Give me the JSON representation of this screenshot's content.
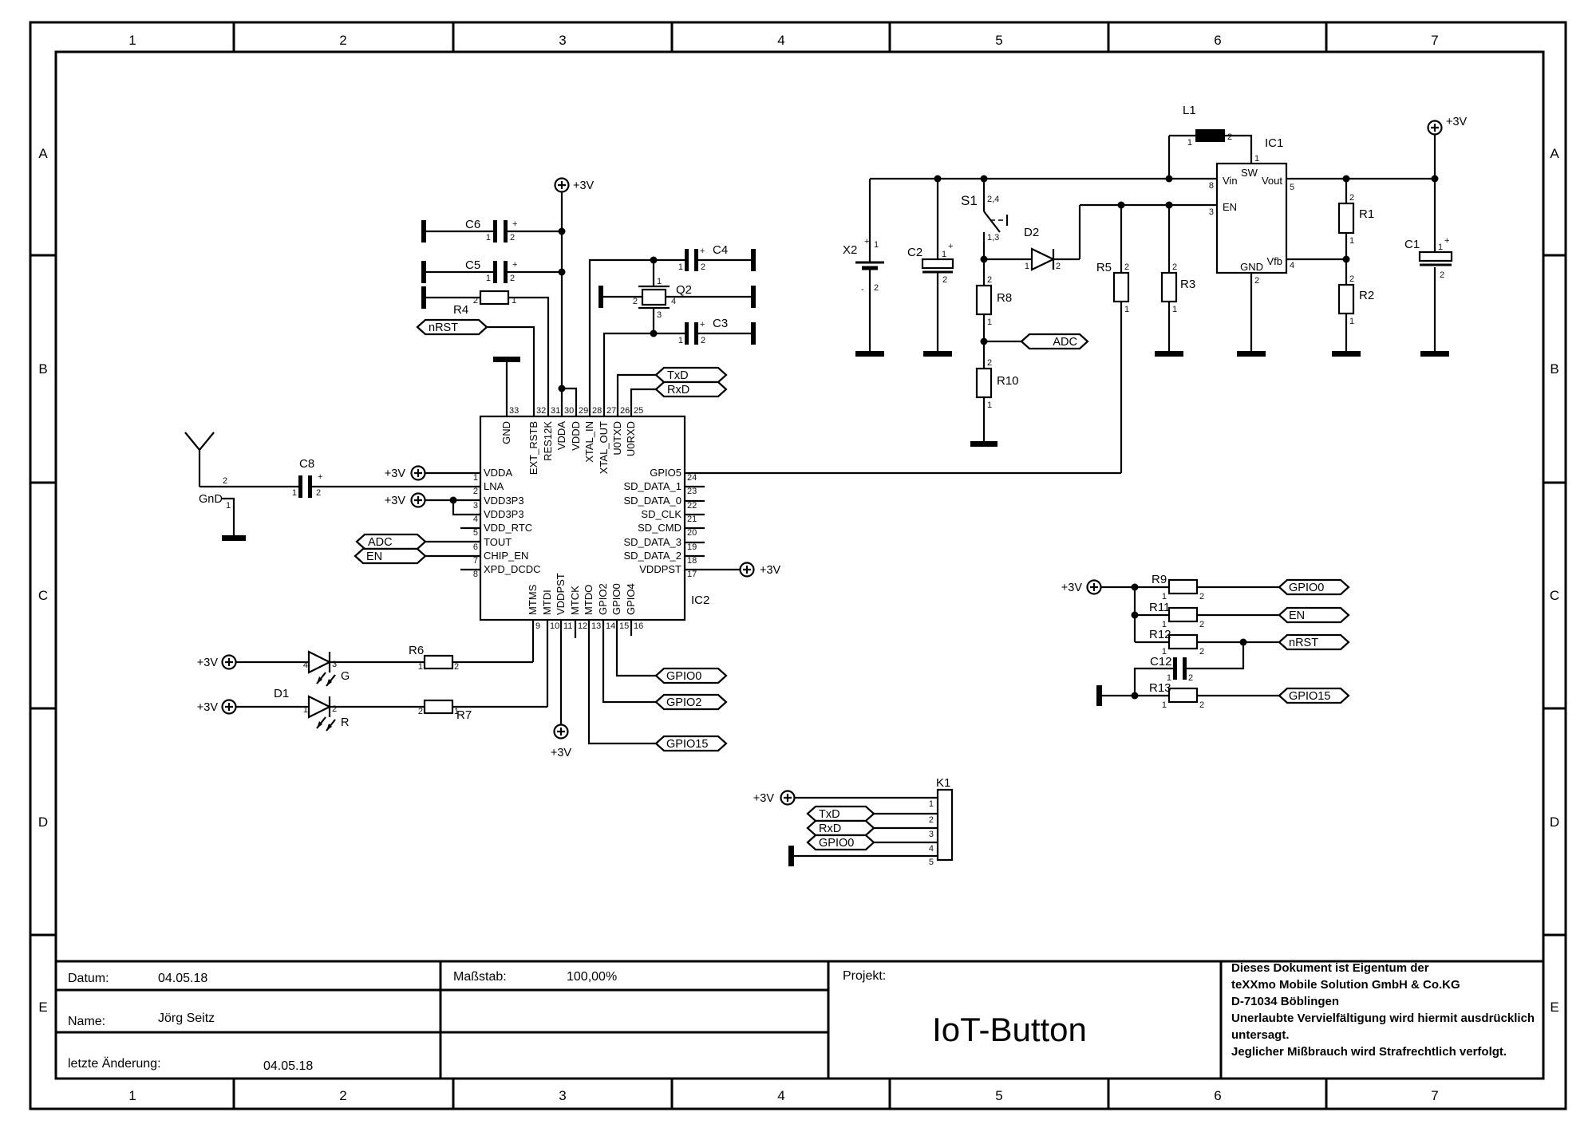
{
  "frame": {
    "cols": [
      "1",
      "2",
      "3",
      "4",
      "5",
      "6",
      "7"
    ],
    "rows": [
      "A",
      "B",
      "C",
      "D",
      "E"
    ]
  },
  "title_block": {
    "datum_label": "Datum:",
    "datum": "04.05.18",
    "name_label": "Name:",
    "name": "Jörg Seitz",
    "change_label": "letzte Änderung:",
    "change_date": "04.05.18",
    "masstab_label": "Maßstab:",
    "masstab": "100,00%",
    "projekt_label": "Projekt:",
    "projekt": "IoT-Button",
    "notice": [
      "Dieses Dokument ist Eigentum der",
      "teXXmo Mobile Solution GmbH & Co.KG",
      "D-71034 Böblingen",
      "Unerlaubte Vervielfältigung wird hiermit ausdrücklich",
      "untersagt.",
      "Jeglicher Mißbrauch wird Strafrechtlich verfolgt."
    ]
  },
  "ic2": {
    "ref": "IC2",
    "top_pins": [
      {
        "n": "33",
        "name": "GND"
      },
      {
        "n": "32",
        "name": "EXT_RSTB"
      },
      {
        "n": "31",
        "name": "RES12K"
      },
      {
        "n": "30",
        "name": "VDDA"
      },
      {
        "n": "29",
        "name": "VDDD"
      },
      {
        "n": "28",
        "name": "XTAL_IN"
      },
      {
        "n": "27",
        "name": "XTAL_OUT"
      },
      {
        "n": "26",
        "name": "U0TXD"
      },
      {
        "n": "25",
        "name": "U0RXD"
      }
    ],
    "left_pins": [
      {
        "n": "1",
        "name": "VDDA"
      },
      {
        "n": "2",
        "name": "LNA"
      },
      {
        "n": "3",
        "name": "VDD3P3"
      },
      {
        "n": "4",
        "name": "VDD3P3"
      },
      {
        "n": "5",
        "name": "VDD_RTC"
      },
      {
        "n": "6",
        "name": "TOUT"
      },
      {
        "n": "7",
        "name": "CHIP_EN"
      },
      {
        "n": "8",
        "name": "XPD_DCDC"
      }
    ],
    "right_pins": [
      {
        "n": "24",
        "name": "GPIO5"
      },
      {
        "n": "23",
        "name": "SD_DATA_1"
      },
      {
        "n": "22",
        "name": "SD_DATA_0"
      },
      {
        "n": "21",
        "name": "SD_CLK"
      },
      {
        "n": "20",
        "name": "SD_CMD"
      },
      {
        "n": "19",
        "name": "SD_DATA_3"
      },
      {
        "n": "18",
        "name": "SD_DATA_2"
      },
      {
        "n": "17",
        "name": "VDDPST"
      }
    ],
    "bottom_pins": [
      {
        "n": "9",
        "name": "MTMS"
      },
      {
        "n": "10",
        "name": "MTDI"
      },
      {
        "n": "11",
        "name": "VDDPST"
      },
      {
        "n": "12",
        "name": "MTCK"
      },
      {
        "n": "13",
        "name": "MTDO"
      },
      {
        "n": "14",
        "name": "GPIO2"
      },
      {
        "n": "15",
        "name": "GPIO0"
      },
      {
        "n": "16",
        "name": "GPIO4"
      }
    ]
  },
  "ic1": {
    "ref": "IC1",
    "vin": "Vin",
    "en": "EN",
    "sw": "SW",
    "vout": "Vout",
    "vfb": "Vfb",
    "gnd": "GND"
  },
  "refs": {
    "l1": "L1",
    "c1": "C1",
    "c2": "C2",
    "c3": "C3",
    "c4": "C4",
    "c5": "C5",
    "c6": "C6",
    "c8": "C8",
    "c12": "C12",
    "r1": "R1",
    "r2": "R2",
    "r3": "R3",
    "r4": "R4",
    "r5": "R5",
    "r6": "R6",
    "r7": "R7",
    "r8": "R8",
    "r9": "R9",
    "r10": "R10",
    "r11": "R11",
    "r12": "R12",
    "r13": "R13",
    "d1": "D1",
    "d2": "D2",
    "q2": "Q2",
    "s1": "S1",
    "x2": "X2",
    "k1": "K1"
  },
  "nets": {
    "p3v": "+3V",
    "gnd": "GnD",
    "nrst": "nRST",
    "adc": "ADC",
    "en": "EN",
    "txd": "TxD",
    "rxd": "RxD",
    "gpio0": "GPIO0",
    "gpio2": "GPIO2",
    "gpio15": "GPIO15"
  },
  "pins": {
    "p1": "1",
    "p2": "2",
    "p3": "3",
    "p4": "4",
    "p5": "5",
    "p8": "8",
    "plus": "+",
    "minus": "-",
    "s1a": "2,4",
    "s1b": "1,3"
  },
  "led": {
    "g": "G",
    "r": "R"
  },
  "colors": {
    "ink": "#000000",
    "paper": "#ffffff"
  }
}
